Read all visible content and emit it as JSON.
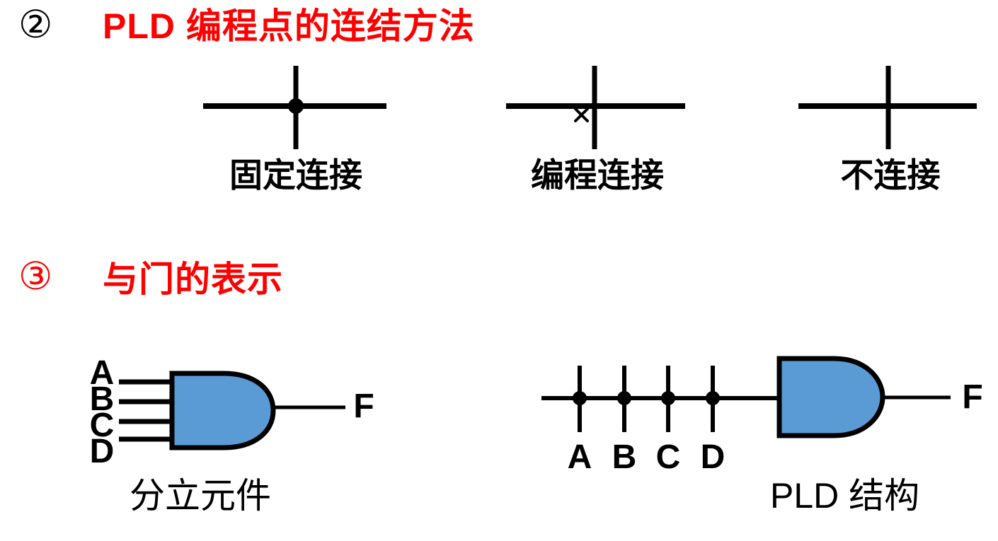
{
  "colors": {
    "accent_red": "#fe0000",
    "gate_fill_blue": "#5b9bd5",
    "line_black": "#000000",
    "background": "#ffffff"
  },
  "section_connections": {
    "number": "②",
    "title": "PLD 编程点的连结方法",
    "connections": [
      {
        "type": "fixed",
        "label": "固定连接",
        "symbol": "filled-dot-junction"
      },
      {
        "type": "programmable",
        "label": "编程连接",
        "symbol": "x-mark-junction"
      },
      {
        "type": "none",
        "label": "不连接",
        "symbol": "plain-crossing"
      }
    ]
  },
  "section_and_gate": {
    "number": "③",
    "title": "与门的表示",
    "discrete": {
      "inputs": [
        "A",
        "B",
        "C",
        "D"
      ],
      "output": "F",
      "caption": "分立元件"
    },
    "pld": {
      "inputs": [
        "A",
        "B",
        "C",
        "D"
      ],
      "output": "F",
      "caption": "PLD 结构"
    }
  }
}
